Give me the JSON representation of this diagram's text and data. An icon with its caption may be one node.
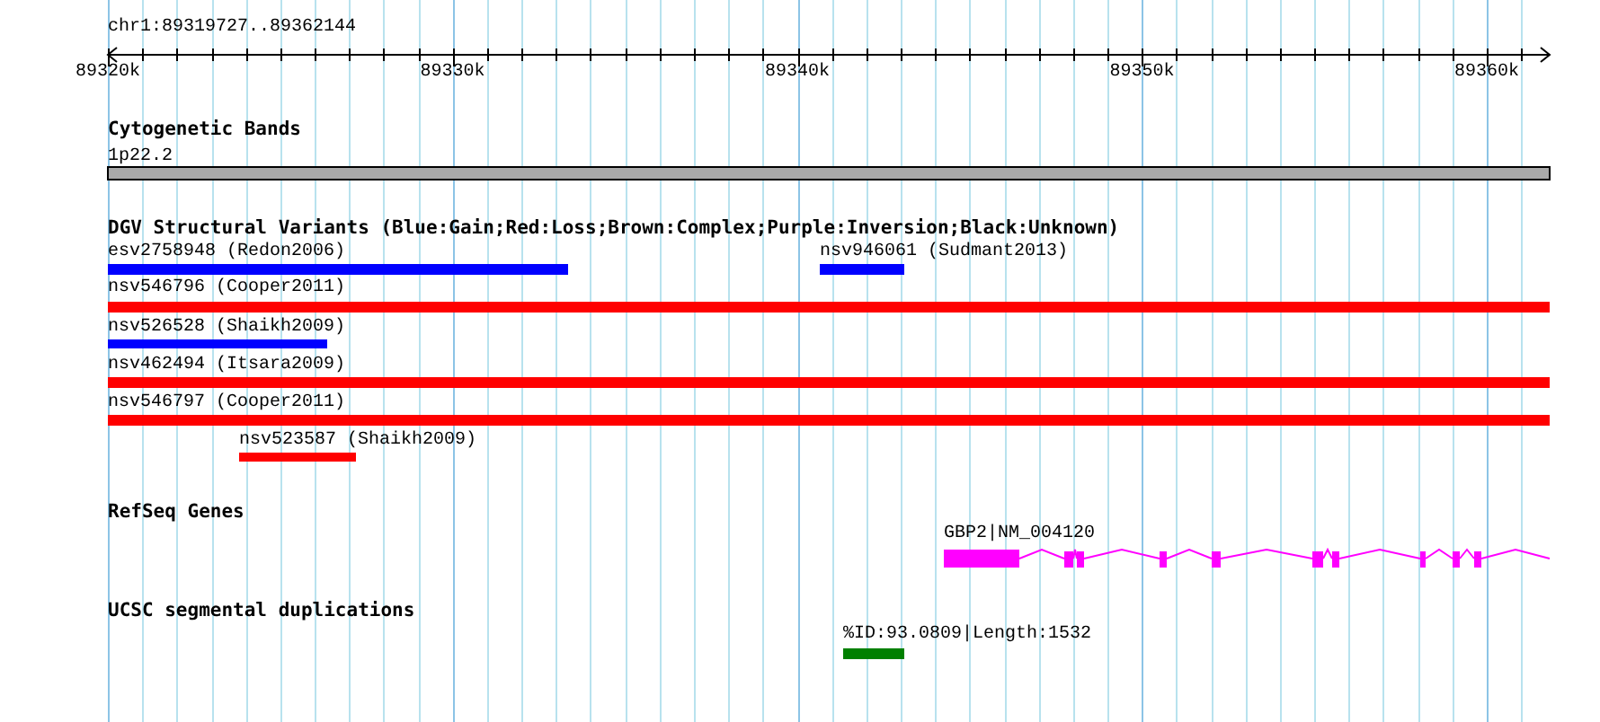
{
  "diagram": {
    "nodes": [
      {
        "text": [
          "1p22.2"
        ]
      },
      {
        "text": [
          "esv2758948 (Redon2006)"
        ]
      },
      {
        "text": [
          "nsv946061 (Sudmant2013)"
        ]
      },
      {
        "text": [
          "nsv546796 (Cooper2011)"
        ]
      },
      {
        "text": [
          "nsv526528 (Shaikh2009)"
        ]
      },
      {
        "text": [
          "nsv462494 (Itsara2009)"
        ]
      },
      {
        "text": [
          "nsv546797 (Cooper2011)"
        ]
      },
      {
        "text": [
          "nsv523587 (Shaikh2009)"
        ]
      },
      {
        "text": [
          "GBP2|NM_004120"
        ]
      },
      {
        "text": [
          "%ID:93.0809|Length:1532"
        ]
      }
    ],
    "labels": [
      "chr1:89319727..89362144",
      "89320k",
      "89330k",
      "89340k",
      "89350k",
      "89360k",
      "Cytogenetic Bands",
      "DGV Structural Variants (Blue:Gain;Red:Loss;Brown:Complex;Purple:Inversion;Black:Unknown)",
      "RefSeq Genes",
      "UCSC segmental duplications"
    ]
  }
}
